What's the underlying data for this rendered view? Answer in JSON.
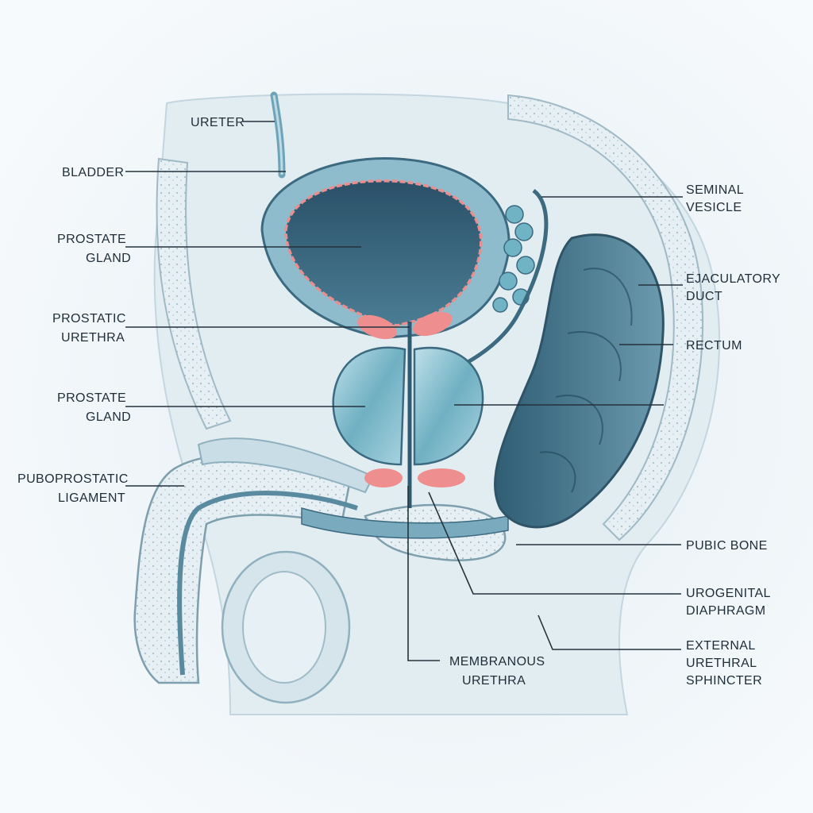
{
  "labels": {
    "ureter": "URETER",
    "bladder": "BLADDER",
    "prostate_gland_upper": [
      "PROSTATE",
      "GLAND"
    ],
    "prostatic_urethra": [
      "PROSTATIC",
      "URETHRA"
    ],
    "prostate_gland_lower": [
      "PROSTATE",
      "GLAND"
    ],
    "puboprostatic_ligament": [
      "PUBOPROSTATIC",
      "LIGAMENT"
    ],
    "seminal_vesicle": [
      "SEMINAL",
      "VESICLE"
    ],
    "ejaculatory_duct": [
      "EJACULATORY",
      "DUCT"
    ],
    "rectum": "RECTUM",
    "pubic_bone": "PUBIC BONE",
    "urogenital_diaphragm": [
      "UROGENITAL",
      "DIAPHRAGM"
    ],
    "external_urethral_sphincter": [
      "EXTERNAL",
      "URETHRAL",
      "SPHINCTER"
    ],
    "membranous_urethra": [
      "MEMBRANOUS",
      "URETHRA"
    ]
  },
  "colors": {
    "background": "#f6f9fb",
    "tissue_light": "#dde9ef",
    "tissue_mid": "#b9d1dc",
    "organ_outline": "#3c6a80",
    "bladder_lumen": "#2e5a72",
    "mucosa_pink": "#e98f8f",
    "sphincter_pink": "#ef8e8e",
    "prostate_teal": "#7fbccc",
    "rectum_dark": "#3d6b82",
    "bone_spongy": "#e6eff3",
    "leader_line": "#24323c"
  }
}
